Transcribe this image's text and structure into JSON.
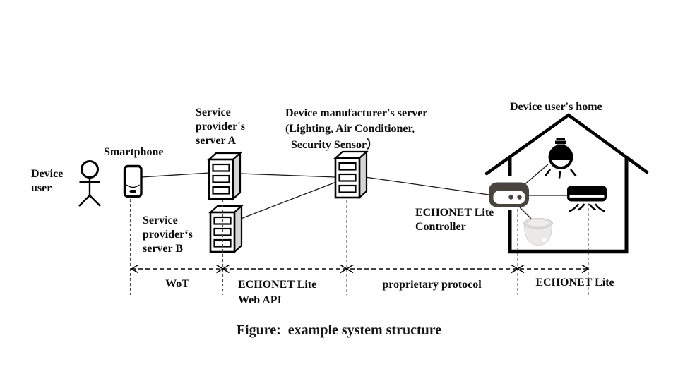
{
  "figure": {
    "caption": "Figure:  example system structure"
  },
  "nodes": {
    "device_user": {
      "label": "Device\nuser"
    },
    "smartphone": {
      "label": "Smartphone"
    },
    "server_a": {
      "label": "Service\nprovider's\nserver A"
    },
    "server_b": {
      "label": "Service\nprovider‘s\nserver B"
    },
    "manufacturer_server": {
      "label": "Device manufacturer's server\n(Lighting, Air Conditioner,\n  Security Sensor）"
    },
    "home": {
      "label": "Device user's home"
    },
    "controller": {
      "label": "ECHONET Lite\nController"
    }
  },
  "protocol_segments": [
    {
      "id": "wot",
      "label": "WoT"
    },
    {
      "id": "echonet-lite-web-api",
      "label": "ECHONET Lite\nWeb API"
    },
    {
      "id": "proprietary-protocol",
      "label": "proprietary protocol"
    },
    {
      "id": "echonet-lite",
      "label": "ECHONET Lite"
    }
  ],
  "icons": {
    "person": "person-icon",
    "smartphone": "smartphone-icon",
    "server_a": "server-a-icon",
    "server_b": "server-b-icon",
    "manufacturer_server": "manufacturer-server-icon",
    "house": "house-icon",
    "light_bulb": "light-bulb-icon",
    "air_conditioner": "air-conditioner-icon",
    "router_controller": "router-controller-icon",
    "security_sensor": "security-sensor-dome-icon"
  },
  "colors": {
    "line": "#000000",
    "text": "#0d0d0d",
    "server_shade": "#d6d6d6",
    "router_body": "#4a443f",
    "sensor_body": "#ebe9e7",
    "background": "#ffffff"
  }
}
